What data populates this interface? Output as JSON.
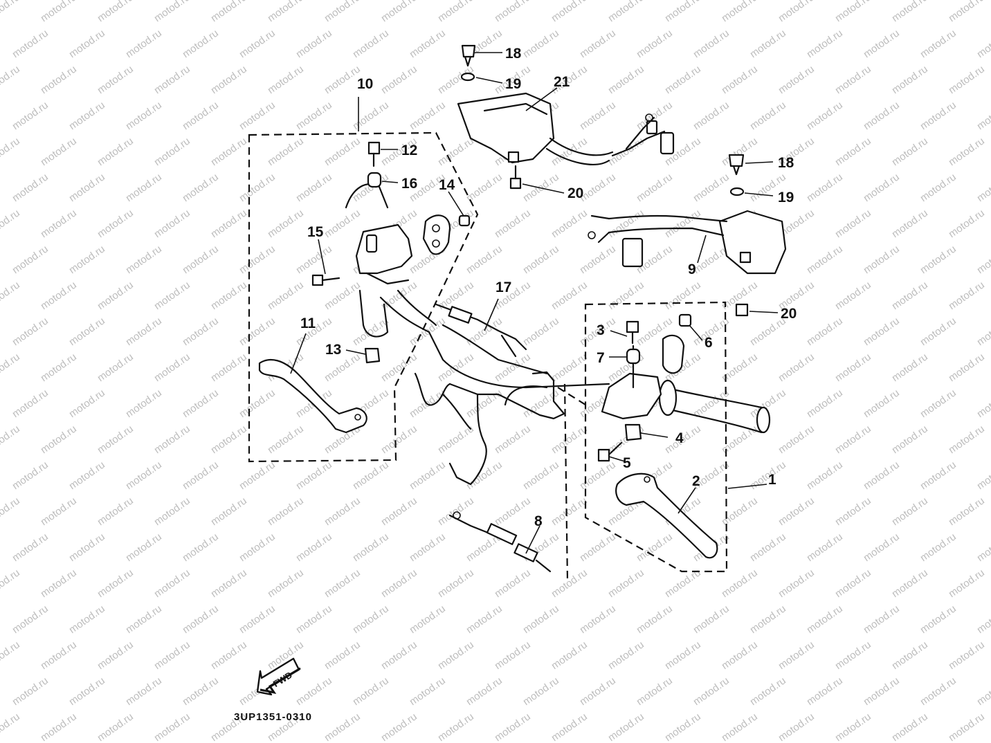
{
  "diagram": {
    "watermark": "motod.ru",
    "drawing_code": "3UP1351-0310",
    "direction_marker": "FWD",
    "parts": [
      "1",
      "2",
      "3",
      "4",
      "5",
      "6",
      "7",
      "8",
      "9",
      "10",
      "11",
      "12",
      "13",
      "14",
      "15",
      "16",
      "17",
      "18",
      "19",
      "20",
      "21"
    ],
    "part_labels": [
      {
        "id": "p18a",
        "text": "18"
      },
      {
        "id": "p19a",
        "text": "19"
      },
      {
        "id": "p21",
        "text": "21"
      },
      {
        "id": "p10",
        "text": "10"
      },
      {
        "id": "p12",
        "text": "12"
      },
      {
        "id": "p16",
        "text": "16"
      },
      {
        "id": "p14",
        "text": "14"
      },
      {
        "id": "p20a",
        "text": "20"
      },
      {
        "id": "p18b",
        "text": "18"
      },
      {
        "id": "p19b",
        "text": "19"
      },
      {
        "id": "p15",
        "text": "15"
      },
      {
        "id": "p9",
        "text": "9"
      },
      {
        "id": "p17",
        "text": "17"
      },
      {
        "id": "p20b",
        "text": "20"
      },
      {
        "id": "p3",
        "text": "3"
      },
      {
        "id": "p6",
        "text": "6"
      },
      {
        "id": "p11",
        "text": "11"
      },
      {
        "id": "p13",
        "text": "13"
      },
      {
        "id": "p7",
        "text": "7"
      },
      {
        "id": "p4",
        "text": "4"
      },
      {
        "id": "p5",
        "text": "5"
      },
      {
        "id": "p2",
        "text": "2"
      },
      {
        "id": "p1",
        "text": "1"
      },
      {
        "id": "p8",
        "text": "8"
      }
    ]
  }
}
